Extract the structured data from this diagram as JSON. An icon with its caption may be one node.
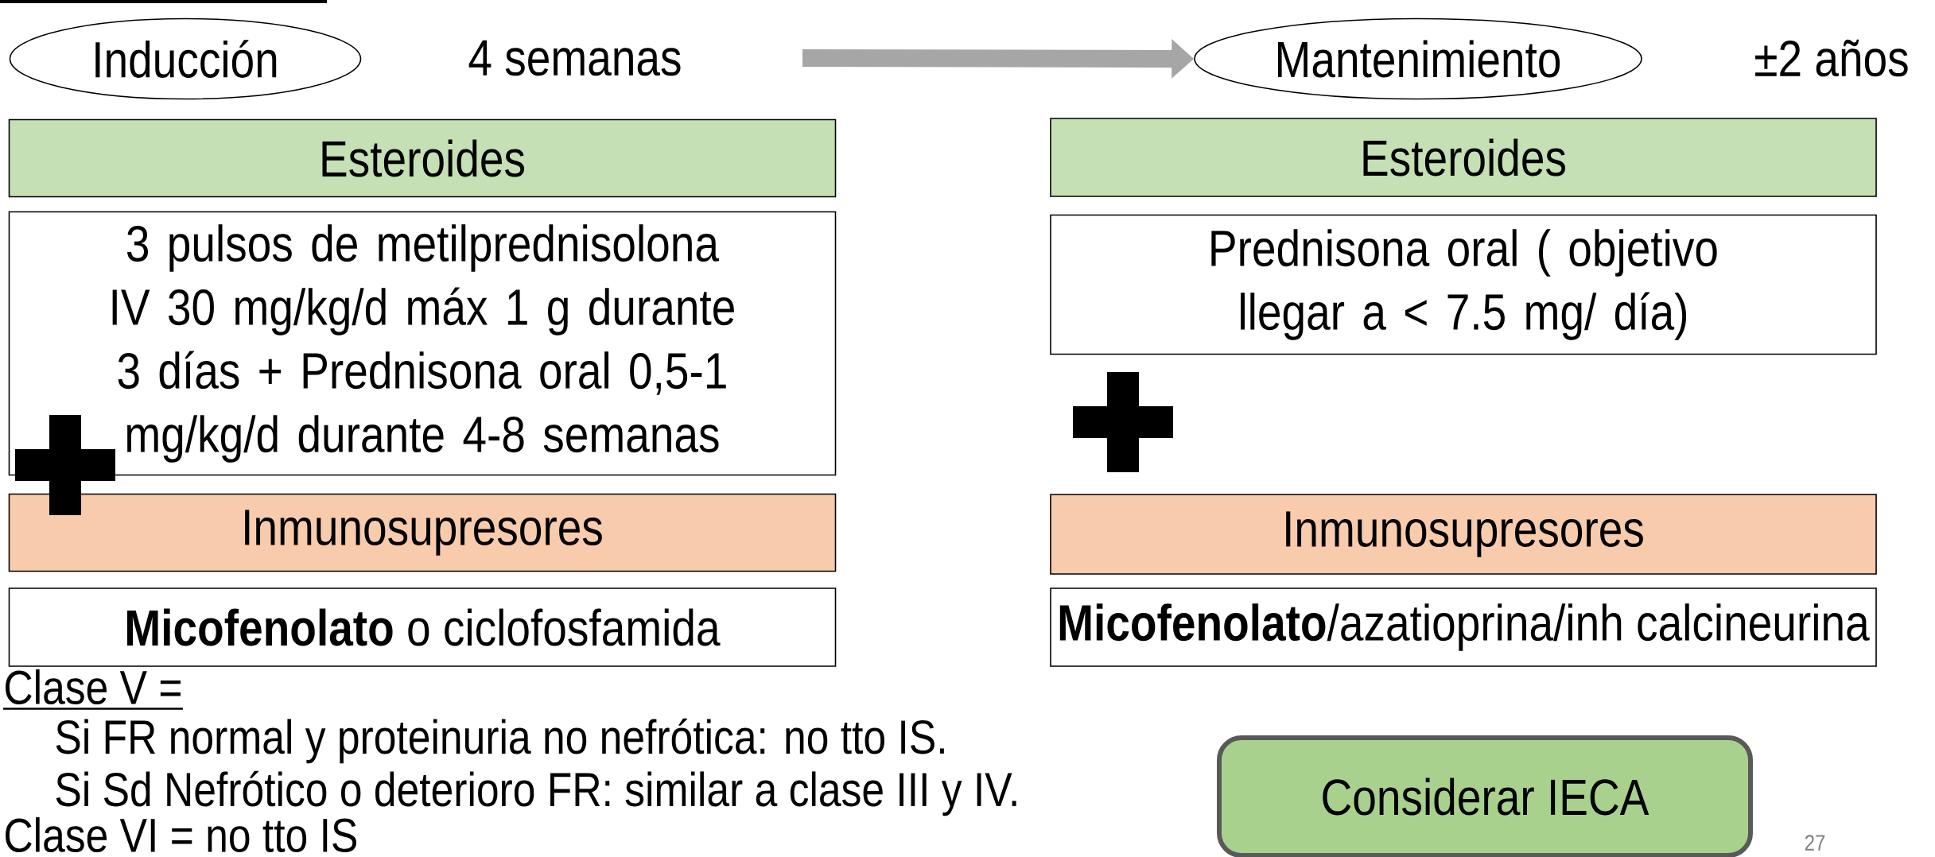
{
  "diagram": {
    "nodes": [
      {
        "text": [
          "Inducción"
        ]
      },
      {
        "text": [
          "Esteroides"
        ]
      },
      {
        "text": [
          "3 pulsos de metilprednisolona IV 30 mg/kg/d máx 1 g durante 3 días + Prednisona oral 0,5-1 mg/kg/d durante 4-8 semanas"
        ]
      },
      {
        "text": [
          "Inmunosupresores"
        ]
      },
      {
        "text": [
          "**Micofenolato** o ciclofosfamida"
        ]
      },
      {
        "text": [
          "Mantenimiento"
        ]
      },
      {
        "text": [
          "Esteroides"
        ]
      },
      {
        "text": [
          "Prednisona oral ( objetivo llegar a < 7.5 mg/ día)"
        ]
      },
      {
        "text": [
          "Inmunosupresores"
        ]
      },
      {
        "text": [
          "**Micofenolato**/azatioprina/inh calcineurina"
        ]
      },
      {
        "text": [
          "Considerar IECA"
        ]
      }
    ],
    "edges": [
      {
        "from": null,
        "to": 5,
        "arrow": "to"
      }
    ],
    "labels": [
      "4 semanas",
      "±2 años",
      "Clase V =",
      "Si FR normal y proteinuria no nefrótica: no tto IS.",
      "Si Sd Nefrótico o deterioro FR: similar a clase III y IV.",
      "Clase VI = no tto IS",
      "27"
    ]
  }
}
